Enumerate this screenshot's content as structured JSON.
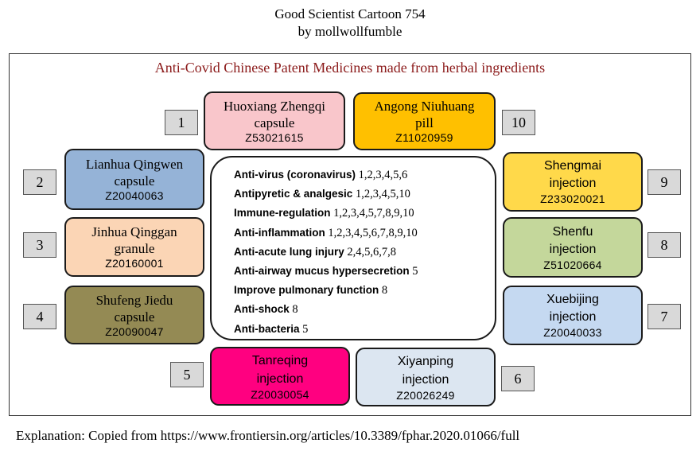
{
  "header": {
    "title": "Good Scientist Cartoon 754",
    "byline": "by mollwollfumble"
  },
  "diagram": {
    "title": "Anti-Covid Chinese Patent Medicines made from herbal ingredients",
    "medicines": [
      {
        "number": "1",
        "name": "Huoxiang Zhengqi capsule",
        "code": "Z53021615",
        "color": "#f9c6cb"
      },
      {
        "number": "2",
        "name": "Lianhua Qingwen capsule",
        "code": "Z20040063",
        "color": "#95b3d7"
      },
      {
        "number": "3",
        "name": "Jinhua Qinggan granule",
        "code": "Z20160001",
        "color": "#fbd5b5"
      },
      {
        "number": "4",
        "name": "Shufeng Jiedu capsule",
        "code": "Z20090047",
        "color": "#948a54"
      },
      {
        "number": "5",
        "name": "Tanreqing injection",
        "code": "Z20030054",
        "color": "#ff0080"
      },
      {
        "number": "6",
        "name": "Xiyanping injection",
        "code": "Z20026249",
        "color": "#dce6f1"
      },
      {
        "number": "7",
        "name": "Xuebijing injection",
        "code": "Z20040033",
        "color": "#c5d9f1"
      },
      {
        "number": "8",
        "name": "Shenfu injection",
        "code": "Z51020664",
        "color": "#c4d79b"
      },
      {
        "number": "9",
        "name": "Shengmai injection",
        "code": "Z233020021",
        "color": "#ffd94a"
      },
      {
        "number": "10",
        "name": "Angong Niuhuang pill",
        "code": "Z11020959",
        "color": "#ffc000"
      }
    ],
    "effects": [
      {
        "label": "Anti-virus (coronavirus)",
        "refs": "1,2,3,4,5,6"
      },
      {
        "label": "Antipyretic & analgesic",
        "refs": "1,2,3,4,5,10"
      },
      {
        "label": "Immune-regulation",
        "refs": "1,2,3,4,5,7,8,9,10"
      },
      {
        "label": "Anti-inflammation",
        "refs": "1,2,3,4,5,6,7,8,9,10"
      },
      {
        "label": "Anti-acute lung injury",
        "refs": "2,4,5,6,7,8"
      },
      {
        "label": "Anti-airway mucus hypersecretion",
        "refs": "5"
      },
      {
        "label": "Improve pulmonary function",
        "refs": "8"
      },
      {
        "label": "Anti-shock",
        "refs": "8"
      },
      {
        "label": "Anti-bacteria",
        "refs": "5"
      }
    ]
  },
  "footer": {
    "explanation": "Explanation: Copied from https://www.frontiersin.org/articles/10.3389/fphar.2020.01066/full"
  }
}
